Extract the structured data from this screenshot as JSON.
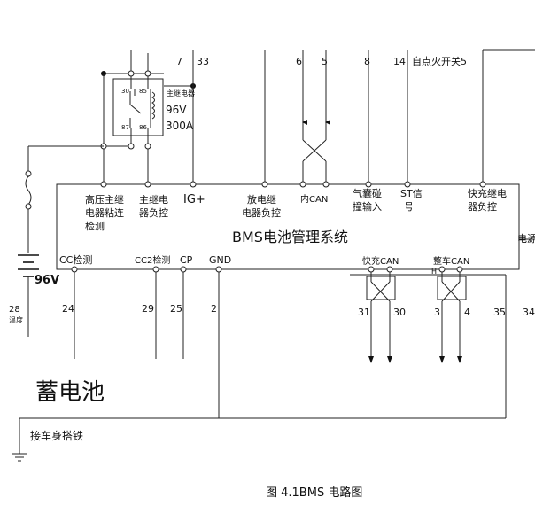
{
  "top_pins": {
    "p7": "7",
    "p33": "33",
    "p6": "6",
    "p5": "5",
    "p8": "8",
    "p14": "14",
    "ign": "自点火开关5"
  },
  "relay": {
    "pin30": "30",
    "pin85": "85",
    "pin87": "87",
    "pin86": "86",
    "name": "主继电器",
    "voltage": "96V",
    "current": "300A"
  },
  "bms": {
    "title": "BMS电池管理系统",
    "top_labels": {
      "hv_l1": "高压主继",
      "hv_l2": "电器粘连",
      "hv_l3": "检测",
      "mr_l1": "主继电",
      "mr_l2": "器负控",
      "ig": "IG+",
      "dis_l1": "放电继",
      "dis_l2": "电器负控",
      "incan": "内CAN",
      "air_l1": "气囊碰",
      "air_l2": "撞输入",
      "st_l1": "ST信",
      "st_l2": "号",
      "fc_l1": "快充继电",
      "fc_l2": "器负控"
    },
    "right_label": "电源",
    "bottom_labels": {
      "cc": "CC检测",
      "cc2": "CC2检测",
      "cp": "CP",
      "gnd": "GND",
      "fastcan": "快充CAN",
      "vehcan": "整车CAN",
      "h": "H"
    }
  },
  "bottom_pins": {
    "p24": "24",
    "p29": "29",
    "p25": "25",
    "p2": "2",
    "p31": "31",
    "p30": "30",
    "p3": "3",
    "p4": "4",
    "p35": "35",
    "p34": "34"
  },
  "left": {
    "battery_v": "96V",
    "p28": "28",
    "temp": "温度"
  },
  "battery_label": "蓄电池",
  "ground_label": "接车身搭铁",
  "caption": "图 4.1BMS 电路图"
}
